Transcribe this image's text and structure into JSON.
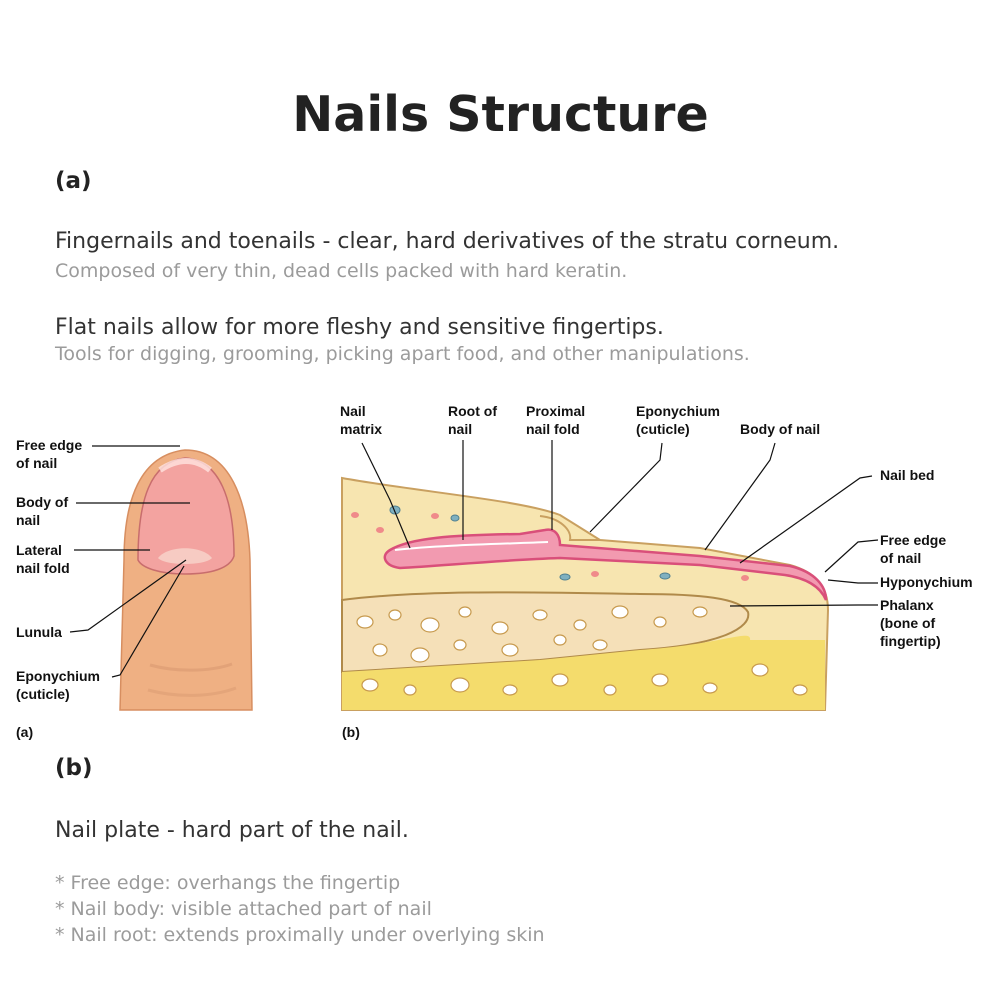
{
  "title": "Nails Structure",
  "section_a": "(a)",
  "section_b": "(b)",
  "para1_main": "Fingernails and toenails - clear, hard derivatives of the stratu corneum.",
  "para1_sub": "Composed of very thin, dead cells packed with hard keratin.",
  "para2_main": "Flat nails allow for more fleshy and sensitive fingertips.",
  "para2_sub": "Tools for digging, grooming, picking apart food, and other manipulations.",
  "para3_main": "Nail plate - hard part of the nail.",
  "bullets": [
    "* Free edge: overhangs the fingertip",
    "* Nail body: visible attached part of nail",
    "* Nail root: extends proximally under overlying skin"
  ],
  "figure_a": {
    "caption": "(a)",
    "labels": {
      "free_edge_1": "Free edge",
      "free_edge_2": "of nail",
      "body_1": "Body of",
      "body_2": "nail",
      "lateral_1": "Lateral",
      "lateral_2": "nail fold",
      "lunula": "Lunula",
      "epony_1": "Eponychium",
      "epony_2": "(cuticle)"
    }
  },
  "figure_b": {
    "caption": "(b)",
    "labels": {
      "matrix_1": "Nail",
      "matrix_2": "matrix",
      "root_1": "Root of",
      "root_2": "nail",
      "prox_1": "Proximal",
      "prox_2": "nail fold",
      "epony_1": "Eponychium",
      "epony_2": "(cuticle)",
      "body": "Body of nail",
      "bed": "Nail bed",
      "free_1": "Free edge",
      "free_2": "of nail",
      "hypo": "Hyponychium",
      "phal_1": "Phalanx",
      "phal_2": "(bone of",
      "phal_3": "fingertip)"
    }
  },
  "colors": {
    "skin": "#f0b58a",
    "nail": "#f0a0a0",
    "tissue": "#f7e6b3",
    "bone": "#f4de70",
    "nail_line": "#d94f7a"
  }
}
